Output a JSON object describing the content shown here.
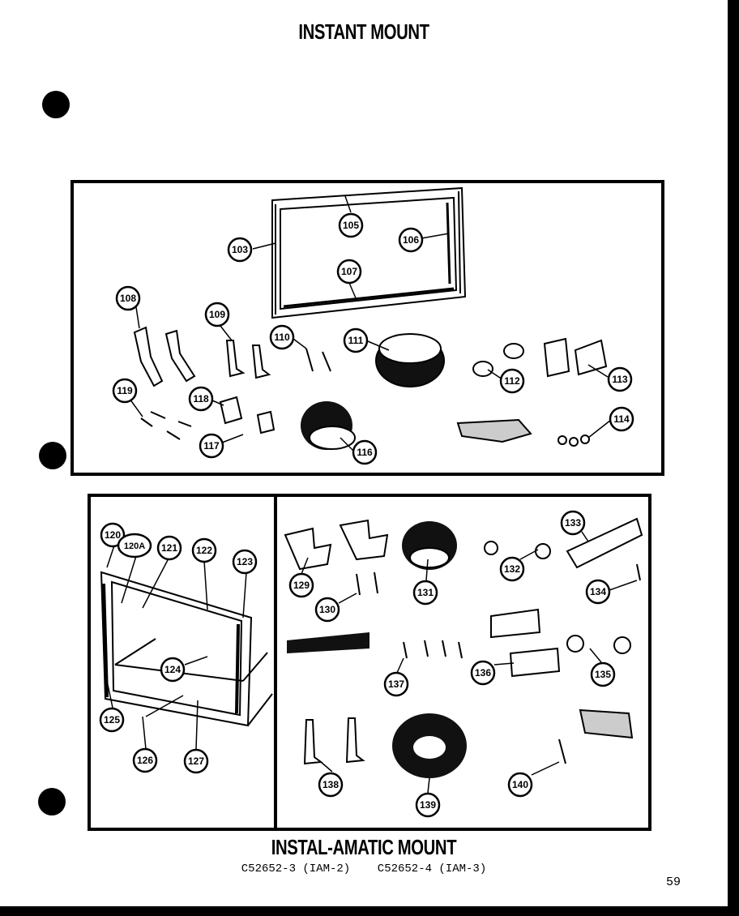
{
  "header": {
    "title": "INSTANT MOUNT"
  },
  "footer": {
    "title": "INSTAL-AMATIC MOUNT",
    "model_codes": "C52652-3 (IAM-2)    C52652-4 (IAM-3)",
    "page_number": "59"
  },
  "callouts": [
    "103",
    "105",
    "106",
    "107",
    "108",
    "109",
    "110",
    "111",
    "112",
    "113",
    "114",
    "116",
    "117",
    "118",
    "119",
    "120",
    "120A",
    "121",
    "122",
    "123",
    "124",
    "125",
    "126",
    "127",
    "129",
    "130",
    "131",
    "132",
    "133",
    "134",
    "135",
    "136",
    "137",
    "138",
    "139",
    "140"
  ]
}
